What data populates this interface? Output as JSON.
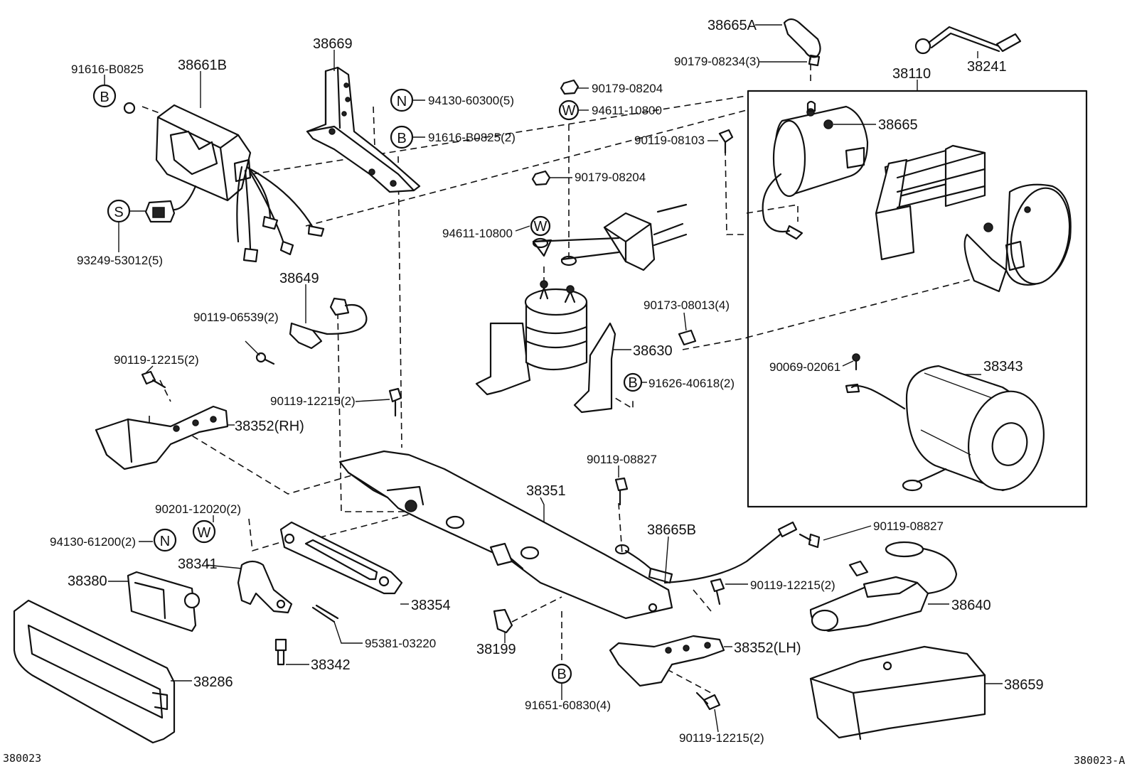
{
  "diagram": {
    "labels": {
      "l38665A": "38665A",
      "l90179_08234": "90179-08234(3)",
      "l38241": "38241",
      "l38110": "38110",
      "l38665": "38665",
      "l38669": "38669",
      "l38661B": "38661B",
      "l91616_B0825": "91616-B0825",
      "l94130_60300": "94130-60300(5)",
      "l91616_B0825_2": "91616-B0825(2)",
      "l93249_53012": "93249-53012(5)",
      "l90179_08204a": "90179-08204",
      "l94611_10800a": "94611-10800",
      "l90119_08103": "90119-08103",
      "l90179_08204b": "90179-08204",
      "l94611_10800b": "94611-10800",
      "l38649": "38649",
      "l90119_06539": "90119-06539(2)",
      "l90119_12215a": "90119-12215(2)",
      "l38352RH": "38352(RH)",
      "l90173_08013": "90173-08013(4)",
      "l38630": "38630",
      "l91626_40618": "91626-40618(2)",
      "l90069_02061": "90069-02061",
      "l38343": "38343",
      "l90119_12215b": "90119-12215(2)",
      "l90119_08827a": "90119-08827",
      "l38351": "38351",
      "l90201_12020": "90201-12020(2)",
      "l94130_61200": "94130-61200(2)",
      "l38665B": "38665B",
      "l90119_08827b": "90119-08827",
      "l38341": "38341",
      "l38380": "38380",
      "l38354": "38354",
      "l90119_12215c": "90119-12215(2)",
      "l38640": "38640",
      "l95381_03220": "95381-03220",
      "l38199": "38199",
      "l38352LH": "38352(LH)",
      "l38342": "38342",
      "l38286": "38286",
      "l38659": "38659",
      "l91651_60830": "91651-60830(4)",
      "l90119_12215d": "90119-12215(2)"
    },
    "badges": {
      "b_top": "B",
      "n_top": "N",
      "b_mid": "B",
      "s_left": "S",
      "w_top": "W",
      "w_mid": "W",
      "b_solenoid": "B",
      "w_low": "W",
      "n_low": "N",
      "b_bottom": "B"
    },
    "codes": {
      "code_left": "380023",
      "code_right": "380023-A"
    }
  }
}
